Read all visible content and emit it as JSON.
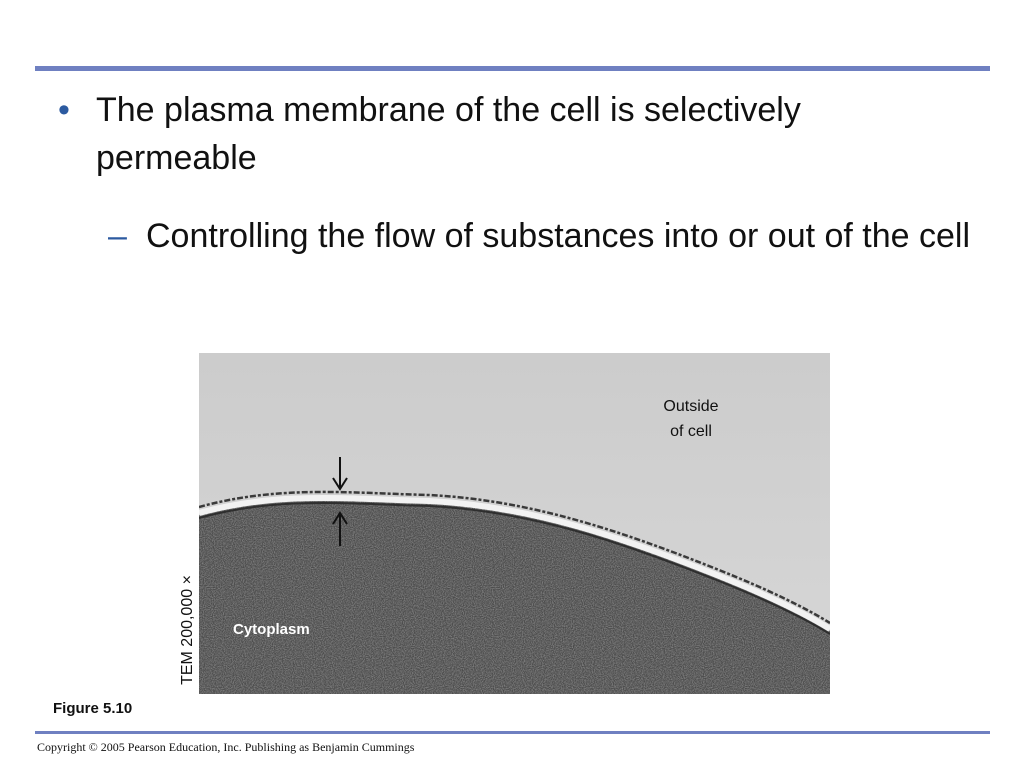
{
  "slide": {
    "bullet": "The plasma membrane of the cell is selectively permeable",
    "sub_bullet": "Controlling the flow of substances into or out of the cell",
    "bullet_mark": "•",
    "sub_bullet_mark": "–"
  },
  "figure": {
    "label": "Figure 5.10",
    "outside_label_line1": "Outside",
    "outside_label_line2": "of cell",
    "cytoplasm_label": "Cytoplasm",
    "tem_label": "TEM 200,000 ×"
  },
  "footer": {
    "copyright": "Copyright © 2005 Pearson Education, Inc. Publishing as Benjamin Cummings"
  },
  "colors": {
    "rule": "#6f80c1",
    "bullet_mark": "#2c5aa0"
  }
}
